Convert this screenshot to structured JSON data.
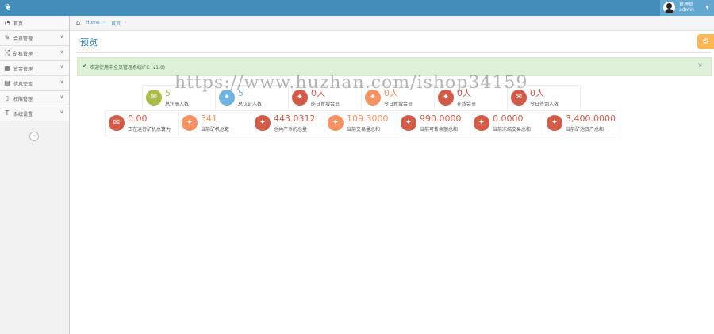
{
  "header": {
    "logo_icon": "leaf-icon",
    "user": {
      "role": "管理员",
      "name": "admin"
    }
  },
  "sidebar": {
    "items": [
      {
        "label": "首页",
        "icon": "tachometer-icon",
        "has_submenu": false
      },
      {
        "label": "会员管理",
        "icon": "edit-icon",
        "has_submenu": true
      },
      {
        "label": "矿机管理",
        "icon": "random-icon",
        "has_submenu": true
      },
      {
        "label": "资金管理",
        "icon": "calendar-icon",
        "has_submenu": true
      },
      {
        "label": "信息交流",
        "icon": "list-icon",
        "has_submenu": true
      },
      {
        "label": "权限管理",
        "icon": "file-icon",
        "has_submenu": true
      },
      {
        "label": "系统设置",
        "icon": "text-height-icon",
        "has_submenu": true
      }
    ]
  },
  "breadcrumb": {
    "home": "Home",
    "current": "首页"
  },
  "page": {
    "title": "预览"
  },
  "alert": {
    "text": "欢迎使用中全员管理系统IFC",
    "version": "(v1.0)"
  },
  "watermark": "https://www.huzhan.com/ishop34159",
  "colors": {
    "green": "#abbc49",
    "blue": "#6fb3e0",
    "red": "#d15b47",
    "orange": "#f79263"
  },
  "stats_row1": [
    {
      "value": "5",
      "label": "总注册人数",
      "color": "green",
      "icon": "comments-icon"
    },
    {
      "value": "5",
      "label": "总认证人数",
      "color": "blue",
      "icon": "twitter-icon"
    },
    {
      "value": "0人",
      "label": "昨日新增会员",
      "color": "red",
      "icon": "twitter-icon"
    },
    {
      "value": "0人",
      "label": "今日新增会员",
      "color": "orange",
      "icon": "twitter-icon"
    },
    {
      "value": "0人",
      "label": "在线会员",
      "color": "red",
      "icon": "twitter-icon"
    },
    {
      "value": "0人",
      "label": "今日签到人数",
      "color": "red",
      "icon": "comments-icon"
    }
  ],
  "stats_row2": [
    {
      "value": "0.00",
      "label": "正在运行矿机总算力",
      "color": "red",
      "icon": "comments-icon"
    },
    {
      "value": "341",
      "label": "当前矿机总数",
      "color": "orange",
      "icon": "twitter-icon"
    },
    {
      "value": "443.0312",
      "label": "总共产币的总量",
      "color": "red",
      "icon": "twitter-icon"
    },
    {
      "value": "109.3000",
      "label": "当前交易量总和",
      "color": "orange",
      "icon": "twitter-icon"
    },
    {
      "value": "990.0000",
      "label": "当前可售余额总和",
      "color": "red",
      "icon": "twitter-icon"
    },
    {
      "value": "0.0000",
      "label": "当前冻结交易总和",
      "color": "red",
      "icon": "twitter-icon"
    },
    {
      "value": "3,400.0000",
      "label": "当前矿池资产总和",
      "color": "red",
      "icon": "twitter-icon"
    }
  ]
}
